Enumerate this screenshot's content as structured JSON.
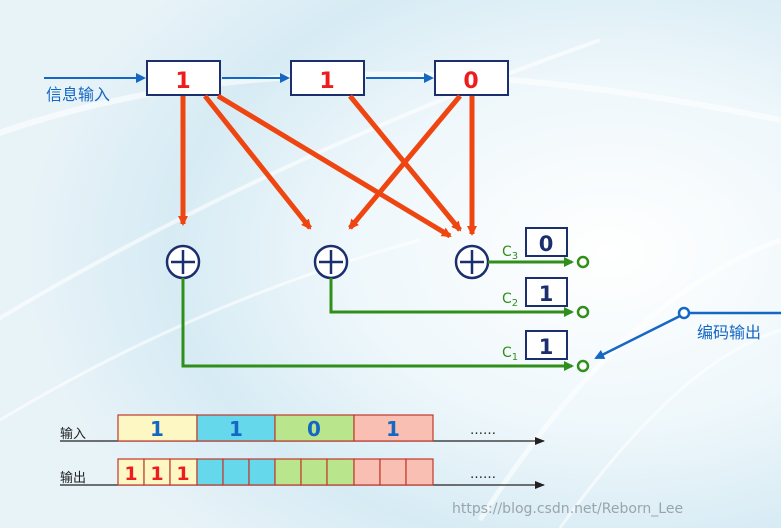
{
  "registers": [
    "1",
    "1",
    "0"
  ],
  "input_label": "信息输入",
  "output_label": "编码输出",
  "outputs": [
    {
      "label": "C",
      "sub": "3",
      "value": "0"
    },
    {
      "label": "C",
      "sub": "2",
      "value": "1"
    },
    {
      "label": "C",
      "sub": "1",
      "value": "1"
    }
  ],
  "seq_input_label": "输入",
  "seq_output_label": "输出",
  "input_bits": [
    "1",
    "1",
    "0",
    "1"
  ],
  "output_bits": [
    "1",
    "1",
    "1"
  ],
  "ellipsis": "……",
  "watermark": "https://blog.csdn.net/Reborn_Lee",
  "colors": {
    "red_arrow": "#ee4511",
    "green_line": "#2f8f1a",
    "blue": "#1467c3",
    "navy": "#1b2f6e",
    "bit_red": "#ee1c1c",
    "group1": "#fdf7c4",
    "group2": "#66d8ec",
    "group3": "#b9e68c",
    "group4": "#f9bfb2"
  }
}
